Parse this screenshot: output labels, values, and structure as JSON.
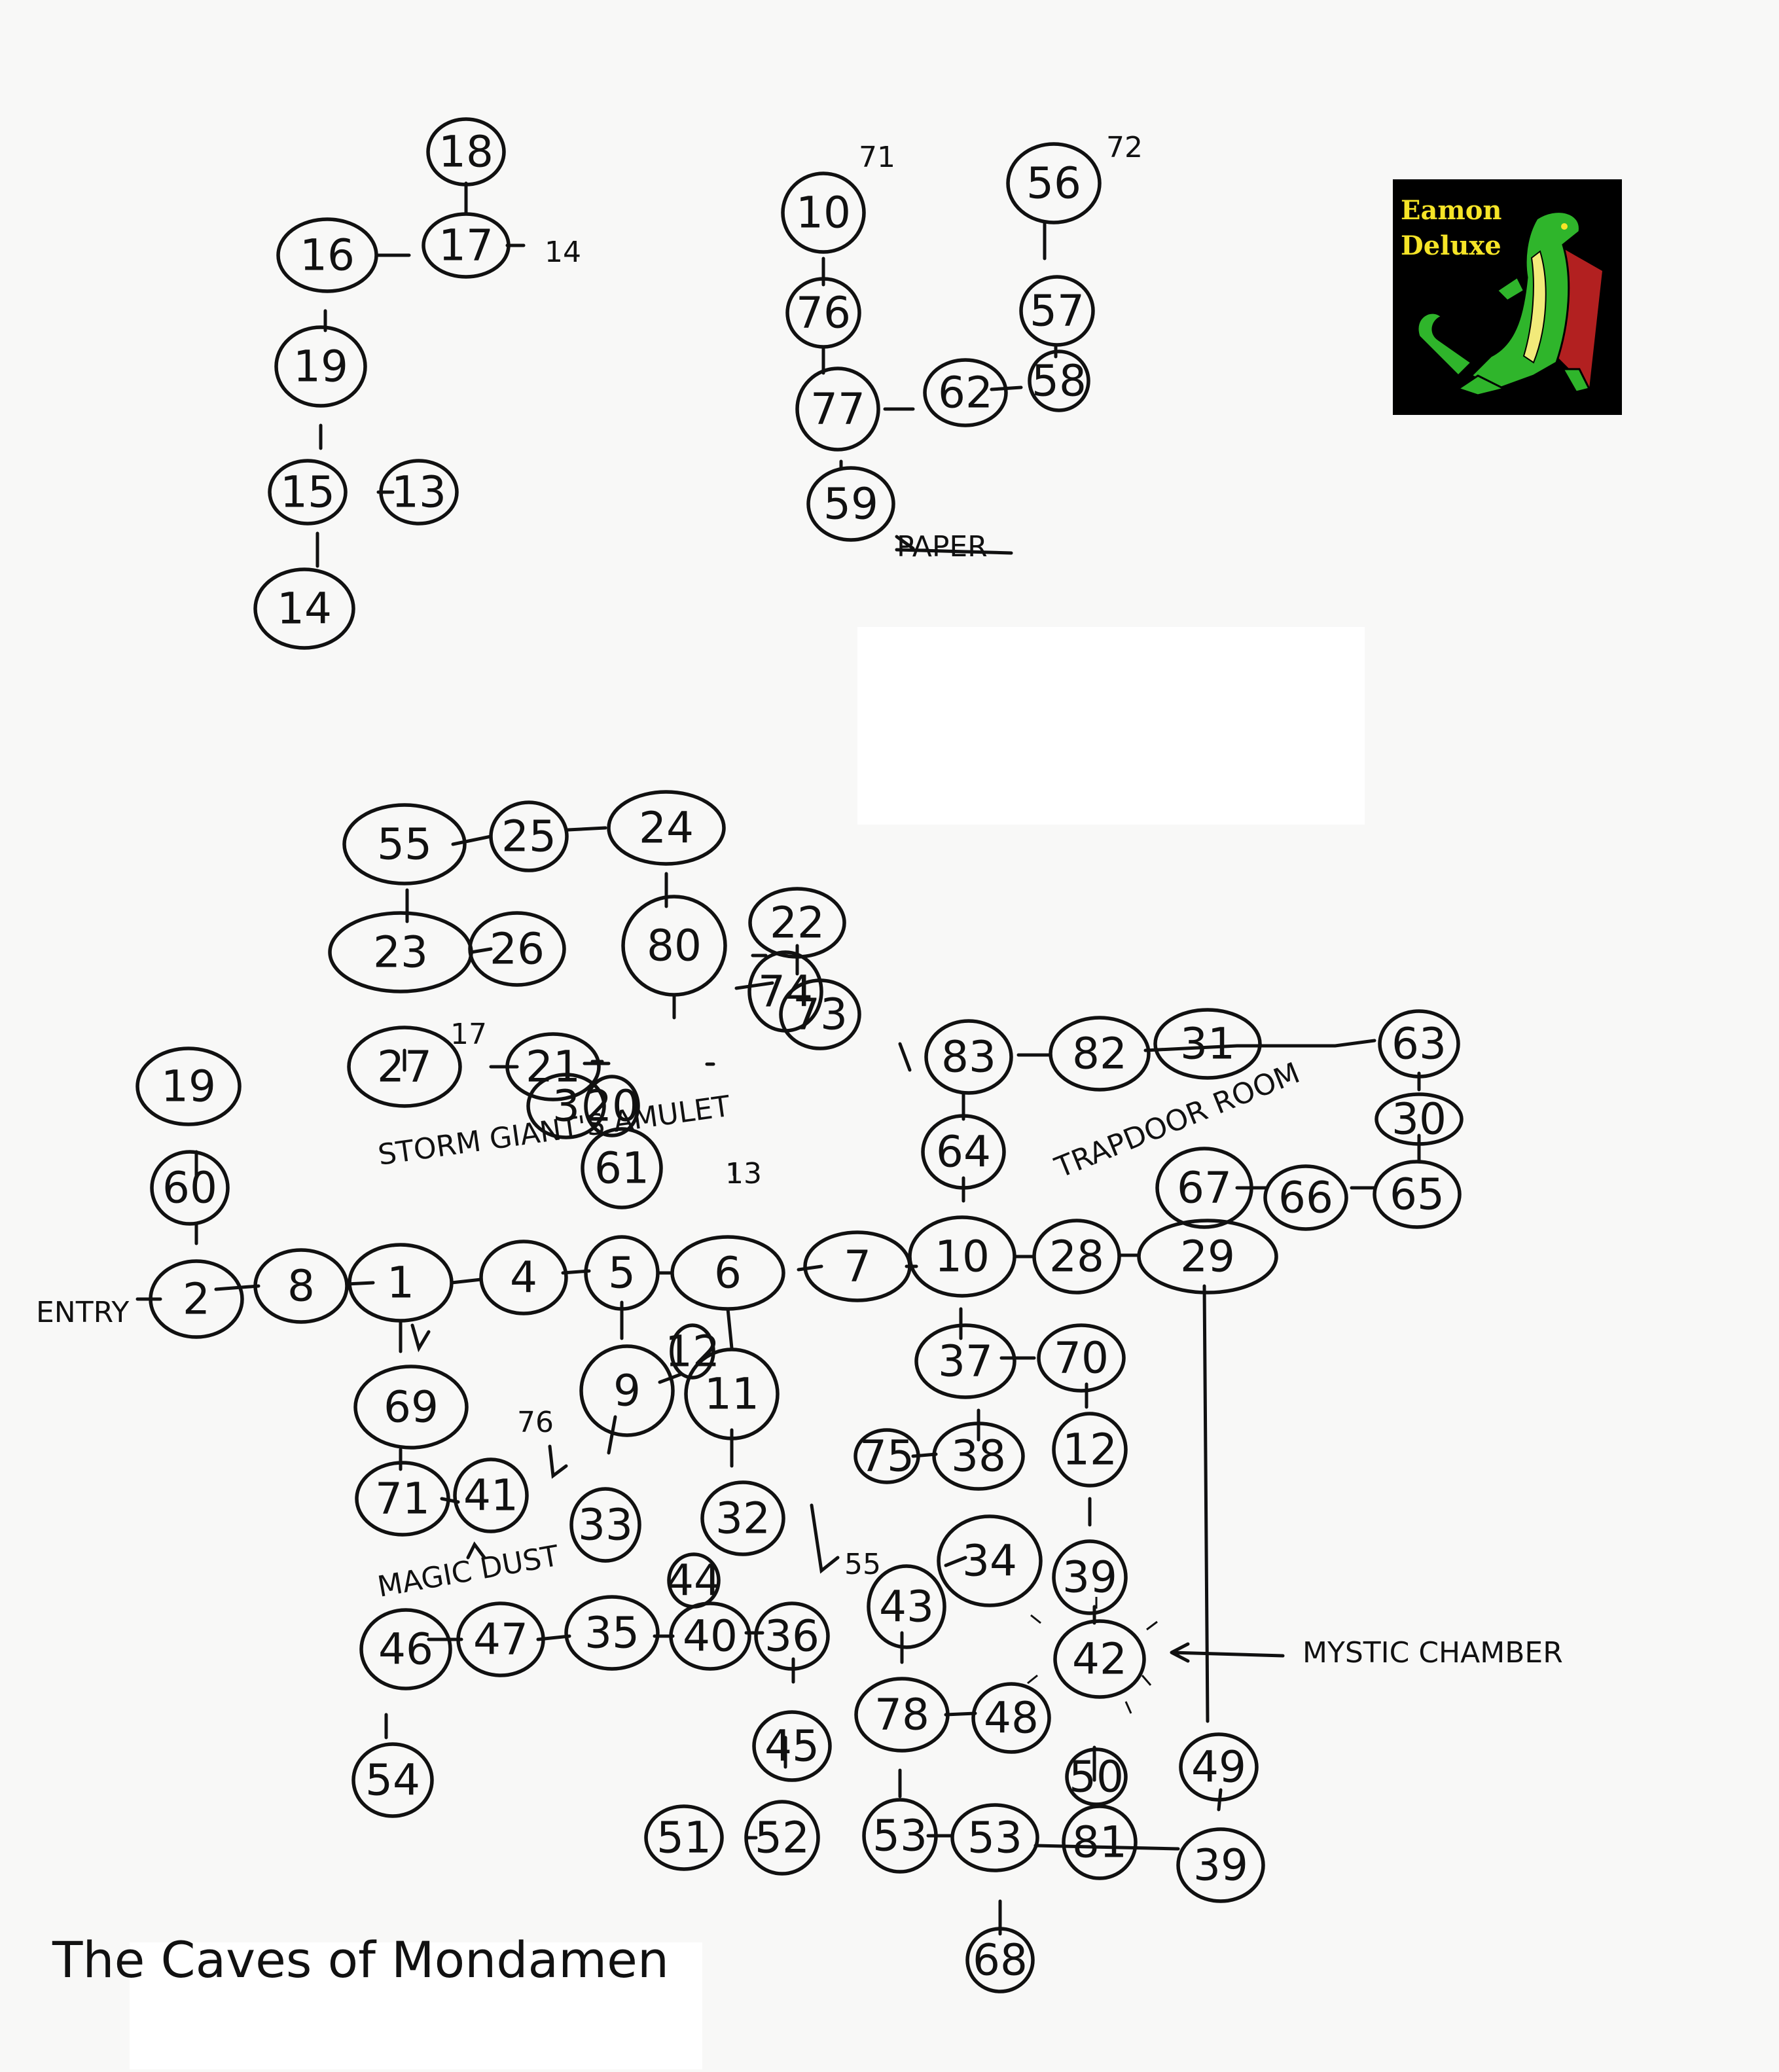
{
  "caption": "The Caves of Mondamen",
  "logo": {
    "line1": "Eamon",
    "line2": "Deluxe",
    "icon": "dragon-icon"
  },
  "colors": {
    "ink": "#111111",
    "paper": "#f8f8f7",
    "logo_bg": "#000000",
    "logo_text": "#f5e427",
    "dragon_green": "#2fb52b",
    "dragon_belly": "#f2ea7a",
    "dragon_wing": "#b22020"
  },
  "nodes": [
    "18",
    "17",
    "16",
    "19",
    "15",
    "13",
    "14",
    "10",
    "76",
    "77",
    "59",
    "62",
    "58",
    "57",
    "56",
    "55",
    "25",
    "24",
    "23",
    "26",
    "80",
    "22",
    "73",
    "74",
    "27",
    "21",
    "19",
    "3",
    "20",
    "60",
    "61",
    "2",
    "8",
    "1",
    "4",
    "5",
    "6",
    "7",
    "10",
    "28",
    "29",
    "83",
    "82",
    "31",
    "63",
    "64",
    "30",
    "65",
    "66",
    "67",
    "69",
    "9",
    "11",
    "12",
    "32",
    "37",
    "70",
    "71",
    "41",
    "33",
    "75",
    "38",
    "12",
    "34",
    "39",
    "44",
    "43",
    "42",
    "46",
    "47",
    "35",
    "40",
    "36",
    "78",
    "48",
    "45",
    "54",
    "50",
    "49",
    "51",
    "52",
    "53",
    "53",
    "81",
    "39",
    "68"
  ],
  "notes": [
    "14",
    "71",
    "72",
    "ENTRY",
    "13",
    "17",
    "76",
    "55",
    "STORM GIANT'S AMULET",
    "MAGIC DUST",
    "MYSTIC CHAMBER",
    "TRAPDOOR ROOM",
    "PAPER"
  ]
}
